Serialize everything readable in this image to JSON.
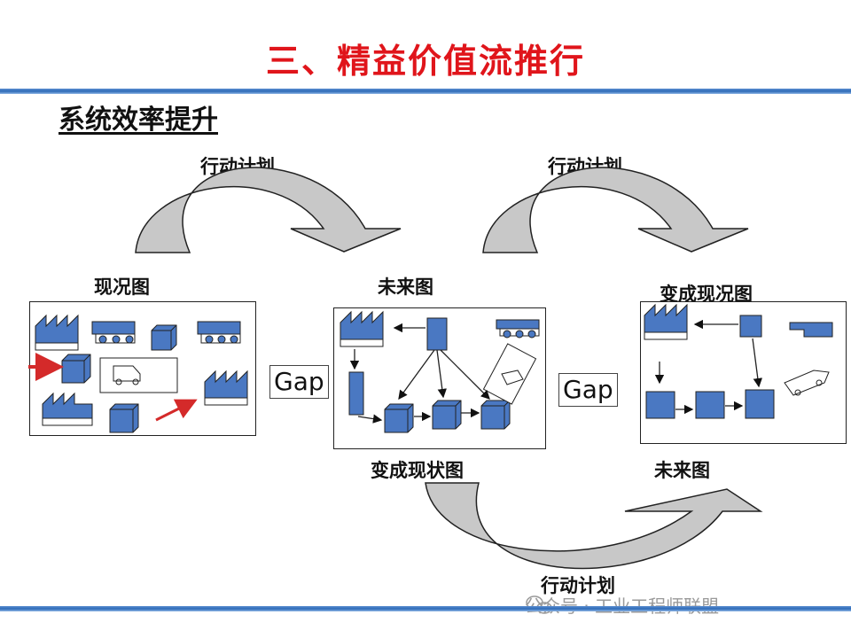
{
  "header": {
    "title": "三、精益价值流推行"
  },
  "section": {
    "subtitle": "系统效率提升"
  },
  "cycle": {
    "action_top_left": "行动计划",
    "action_top_right": "行动计划",
    "action_bottom": "行动计划"
  },
  "maps": {
    "current": {
      "label": "现况图"
    },
    "future_1": {
      "label": "未来图",
      "below_label": "变成现状图"
    },
    "current_2": {
      "label": "变成现况图"
    },
    "future_2": {
      "label": "未来图"
    }
  },
  "gaps": {
    "left": "Gap",
    "right": "Gap"
  },
  "watermark": {
    "text": "公众号 · 工业工程师联盟"
  },
  "colors": {
    "title": "#e0151b",
    "box": "#4a78c2",
    "arrow_fill": "#c8c8c8",
    "red_arrow": "#d42a2a"
  }
}
